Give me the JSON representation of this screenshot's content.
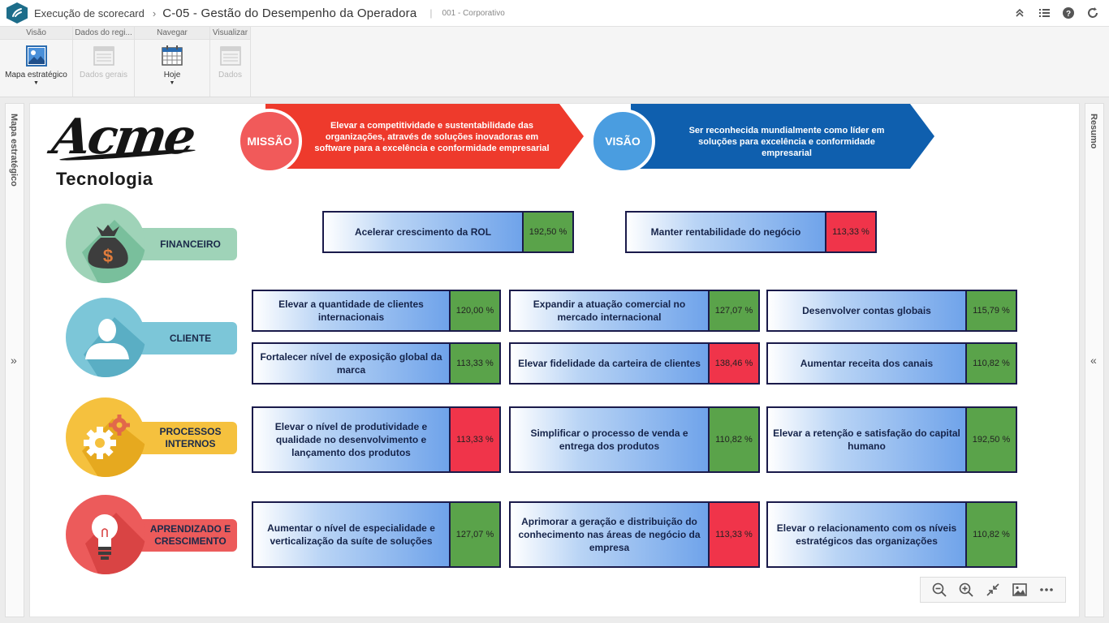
{
  "titlebar": {
    "breadcrumb": "Execução de scorecard",
    "title": "C-05 - Gestão do Desempenho da Operadora",
    "subtitle": "001 - Corporativo"
  },
  "ribbon": {
    "groups": [
      {
        "head": "Visão",
        "button": "Mapa estratégico"
      },
      {
        "head": "Dados do regi...",
        "button": "Dados gerais"
      },
      {
        "head": "Navegar",
        "button": "Hoje"
      },
      {
        "head": "Visualizar",
        "button": "Dados"
      }
    ]
  },
  "side": {
    "left_label": "Mapa estratégico",
    "right_label": "Resumo"
  },
  "logo": {
    "word": "Acme",
    "sub": "Tecnologia"
  },
  "mission": {
    "label": "MISSÃO",
    "text": "Elevar a competitividade e sustentabilidade das organizações, através de soluções inovadoras em software para a excelência e conformidade empresarial",
    "color": "#ee3a2c"
  },
  "vision": {
    "label": "VISÃO",
    "text": "Ser reconhecida mundialmente como líder em soluções para excelência e conformidade empresarial",
    "color": "#0f5fae"
  },
  "perspectives": [
    {
      "label": "FINANCEIRO",
      "icon": "money-bag-icon",
      "color": "#9fd3b8",
      "dark": "#79bf9c"
    },
    {
      "label": "CLIENTE",
      "icon": "person-icon",
      "color": "#7cc6d8",
      "dark": "#5aaec4"
    },
    {
      "label": "PROCESSOS INTERNOS",
      "icon": "gears-icon",
      "color": "#f5c13e",
      "dark": "#e6a91f"
    },
    {
      "label": "APRENDIZADO E CRESCIMENTO",
      "icon": "light-bulb-icon",
      "color": "#ec5b5b",
      "dark": "#d94444"
    }
  ],
  "objectives": {
    "financeiro": [
      {
        "name": "Acelerar crescimento da ROL",
        "value": "192,50 %",
        "status": "green"
      },
      {
        "name": "Manter rentabilidade do negócio",
        "value": "113,33 %",
        "status": "red"
      }
    ],
    "cliente": [
      {
        "name": "Elevar a quantidade de clientes internacionais",
        "value": "120,00 %",
        "status": "green"
      },
      {
        "name": "Expandir a atuação comercial no mercado internacional",
        "value": "127,07 %",
        "status": "green"
      },
      {
        "name": "Desenvolver contas globais",
        "value": "115,79 %",
        "status": "green"
      },
      {
        "name": "Fortalecer nível de exposição global da marca",
        "value": "113,33 %",
        "status": "green"
      },
      {
        "name": "Elevar fidelidade da carteira de clientes",
        "value": "138,46 %",
        "status": "red"
      },
      {
        "name": "Aumentar receita dos canais",
        "value": "110,82 %",
        "status": "green"
      }
    ],
    "processos": [
      {
        "name": "Elevar o nível de produtividade e qualidade no desenvolvimento e lançamento dos produtos",
        "value": "113,33 %",
        "status": "red"
      },
      {
        "name": "Simplificar o processo de venda e entrega dos produtos",
        "value": "110,82 %",
        "status": "green"
      },
      {
        "name": "Elevar a retenção e satisfação do capital humano",
        "value": "192,50 %",
        "status": "green"
      }
    ],
    "aprendizado": [
      {
        "name": "Aumentar o nível de especialidade e verticalização da suíte de soluções",
        "value": "127,07 %",
        "status": "green"
      },
      {
        "name": "Aprimorar a geração e distribuição do conhecimento nas áreas de negócio da empresa",
        "value": "113,33 %",
        "status": "red"
      },
      {
        "name": "Elevar o relacionamento com os níveis estratégicos das organizações",
        "value": "110,82 %",
        "status": "green"
      }
    ]
  }
}
